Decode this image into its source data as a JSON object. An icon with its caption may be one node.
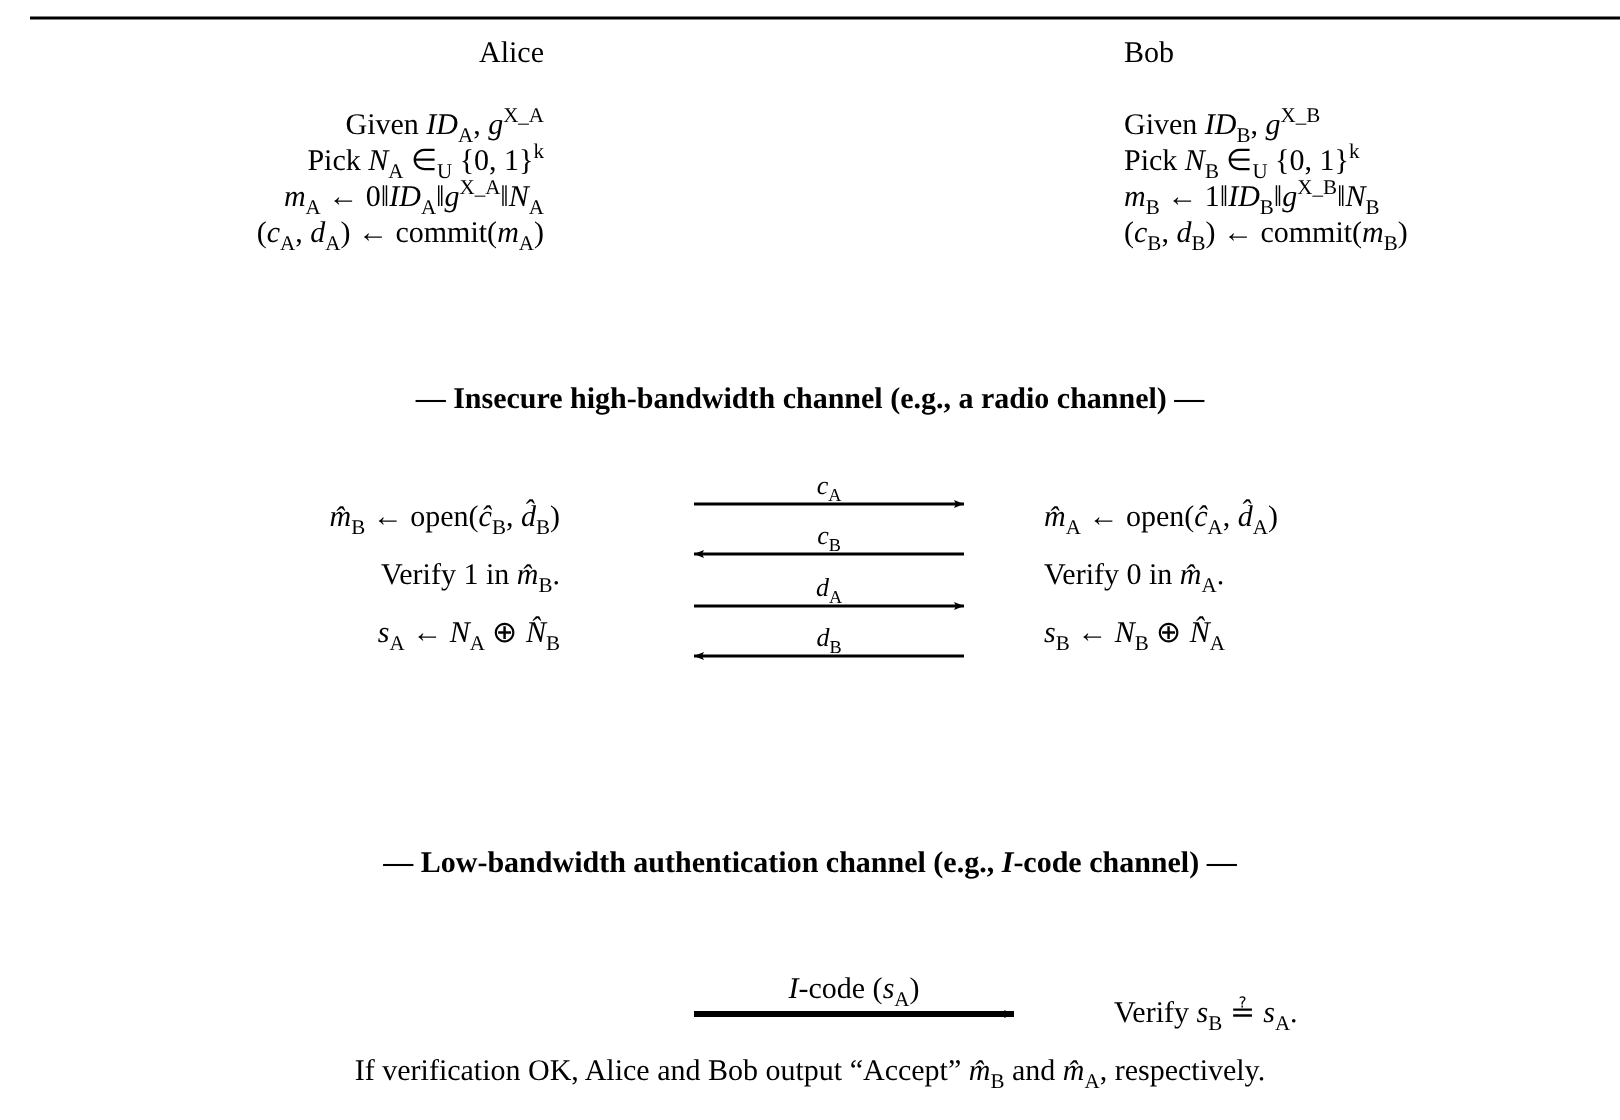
{
  "diagram": {
    "nodes": [
      {
        "text": [
          "Alice",
          "Given *ID*$_{A}$, *g*$^{X_A}$",
          "Pick *N*$_{A}$ ∈$_{U}$ {0, 1}$^{k}$",
          "*m*$_{A}$ ← 0‖*ID*$_{A}$‖*g*$^{X_A}$‖*N*$_{A}$",
          "(*c*$_{A}$, *d*$_{A}$) ← commit(*m*$_{A}$)"
        ]
      },
      {
        "text": [
          "Bob",
          "Given *ID*$_{B}$, *g*$^{X_B}$",
          "Pick *N*$_{B}$ ∈$_{U}$ {0, 1}$^{k}$",
          "*m*$_{B}$ ← 1‖*ID*$_{B}$‖*g*$^{X_B}$‖*N*$_{B}$",
          "(*c*$_{B}$, *d*$_{B}$) ← commit(*m*$_{B}$)"
        ]
      },
      {
        "text": [
          "*m̂*$_{B}$ ← open(*ĉ*$_{B}$, *d̂*$_{B}$)",
          "Verify 1 in *m̂*$_{B}$.",
          "*s*$_{A}$ ← *N*$_{A}$ ⊕ *N̂*$_{B}$"
        ]
      },
      {
        "text": [
          "*m̂*$_{A}$ ← open(*ĉ*$_{A}$, *d̂*$_{A}$)",
          "Verify 0 in *m̂*$_{A}$.",
          "*s*$_{B}$ ← *N*$_{B}$ ⊕ *N̂*$_{A}$"
        ]
      },
      {
        "text": [
          "Verify *s*$_{B}$ ≟ *s*$_{A}$."
        ]
      }
    ],
    "edges": [
      {
        "from": 2,
        "to": 3,
        "arrow": "to",
        "label": "*c*$_{A}$"
      },
      {
        "from": 3,
        "to": 2,
        "arrow": "to",
        "label": "*c*$_{B}$"
      },
      {
        "from": 2,
        "to": 3,
        "arrow": "to",
        "label": "*d*$_{A}$"
      },
      {
        "from": 3,
        "to": 2,
        "arrow": "to",
        "label": "*d*$_{B}$"
      },
      {
        "from": null,
        "to": 4,
        "arrow": "to",
        "label": "*I*-code (*s*$_{A}$)",
        "style": "thick"
      }
    ],
    "labels": [
      "— Insecure high-bandwidth channel (e.g., a radio channel) —",
      "— Low-bandwidth authentication channel (e.g., *I*-code channel) —",
      "If verification OK, Alice and Bob output “Accept” *m̂*$_{B}$ and *m̂*$_{A}$, respectively."
    ]
  }
}
